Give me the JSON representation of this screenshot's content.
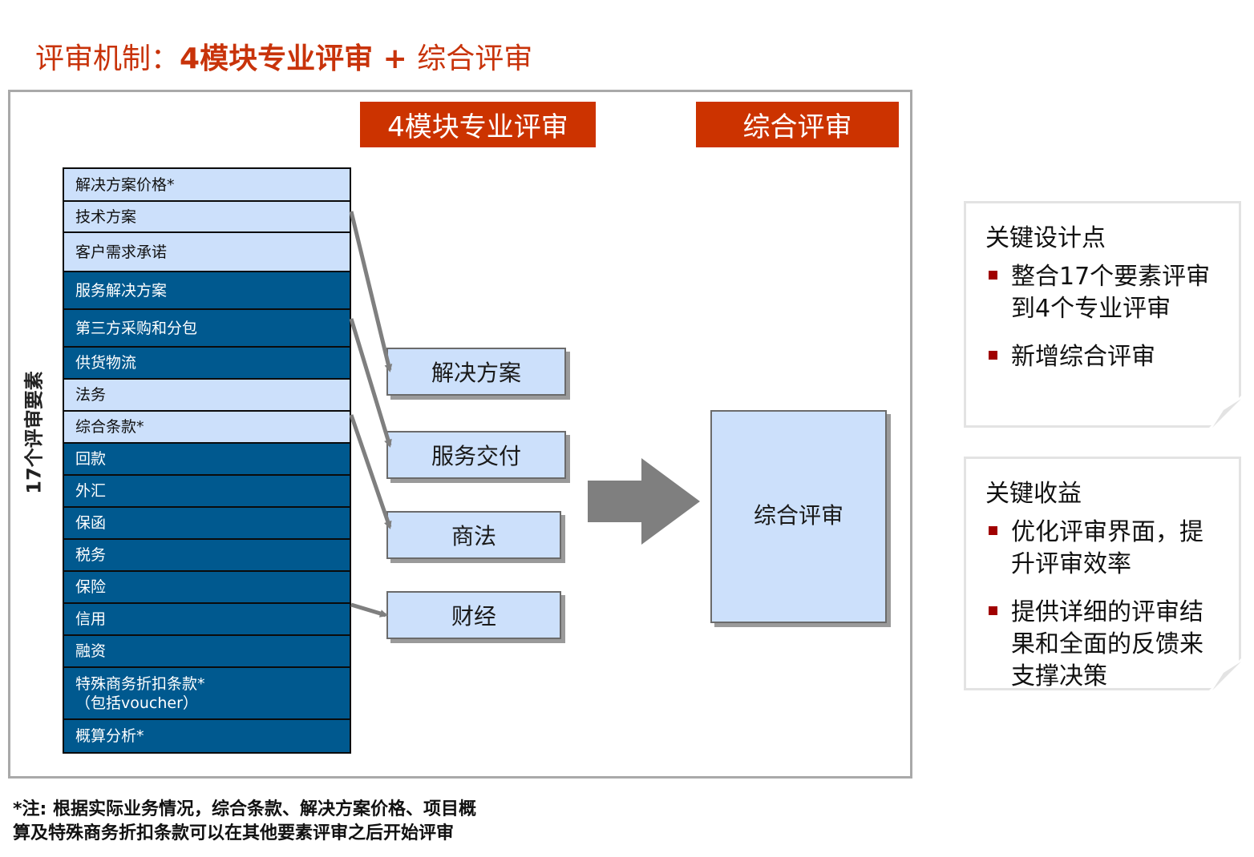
{
  "title": {
    "prefix": "评审机制：",
    "bold": "4模块专业评审 + ",
    "suffix": "综合评审"
  },
  "headers": {
    "left": "4模块专业评审",
    "right": "综合评审"
  },
  "vertical_label": "17个评审要素",
  "elements": [
    {
      "label": "解决方案价格*",
      "style": "light"
    },
    {
      "label": "技术方案",
      "style": "light"
    },
    {
      "label": "客户需求承诺",
      "style": "light"
    },
    {
      "label": "服务解决方案",
      "style": "dark"
    },
    {
      "label": "第三方采购和分包",
      "style": "dark"
    },
    {
      "label": "供货物流",
      "style": "dark"
    },
    {
      "label": "法务",
      "style": "light"
    },
    {
      "label": "综合条款*",
      "style": "light"
    },
    {
      "label": "回款",
      "style": "dark"
    },
    {
      "label": "外汇",
      "style": "dark"
    },
    {
      "label": "保函",
      "style": "dark"
    },
    {
      "label": "税务",
      "style": "dark"
    },
    {
      "label": "保险",
      "style": "dark"
    },
    {
      "label": "信用",
      "style": "dark"
    },
    {
      "label": "融资",
      "style": "dark"
    },
    {
      "label": "特殊商务折扣条款*\n（包括voucher）",
      "style": "dark"
    },
    {
      "label": "概算分析*",
      "style": "dark"
    }
  ],
  "modules": [
    "解决方案",
    "服务交付",
    "商法",
    "财经"
  ],
  "comprehensive_box": "综合评审",
  "note1": {
    "title": "关键设计点",
    "items": [
      "整合17个要素评审到4个专业评审",
      "新增综合评审"
    ]
  },
  "note2": {
    "title": "关键收益",
    "items": [
      "优化评审界面，提升评审效率",
      "提供详细的评审结果和全面的反馈来支撑决策"
    ]
  },
  "footnote": {
    "line1": "*注: 根据实际业务情况，综合条款、解决方案价格、项目概",
    "line2": "算及特殊商务折扣条款可以在其他要素评审之后开始评审"
  },
  "colors": {
    "title": "#c8330a",
    "header_bg": "#cc3300",
    "light_row": "#cce0fb",
    "dark_row": "#00598f",
    "arrow": "#7f7f7f",
    "bullet": "#a00000"
  }
}
